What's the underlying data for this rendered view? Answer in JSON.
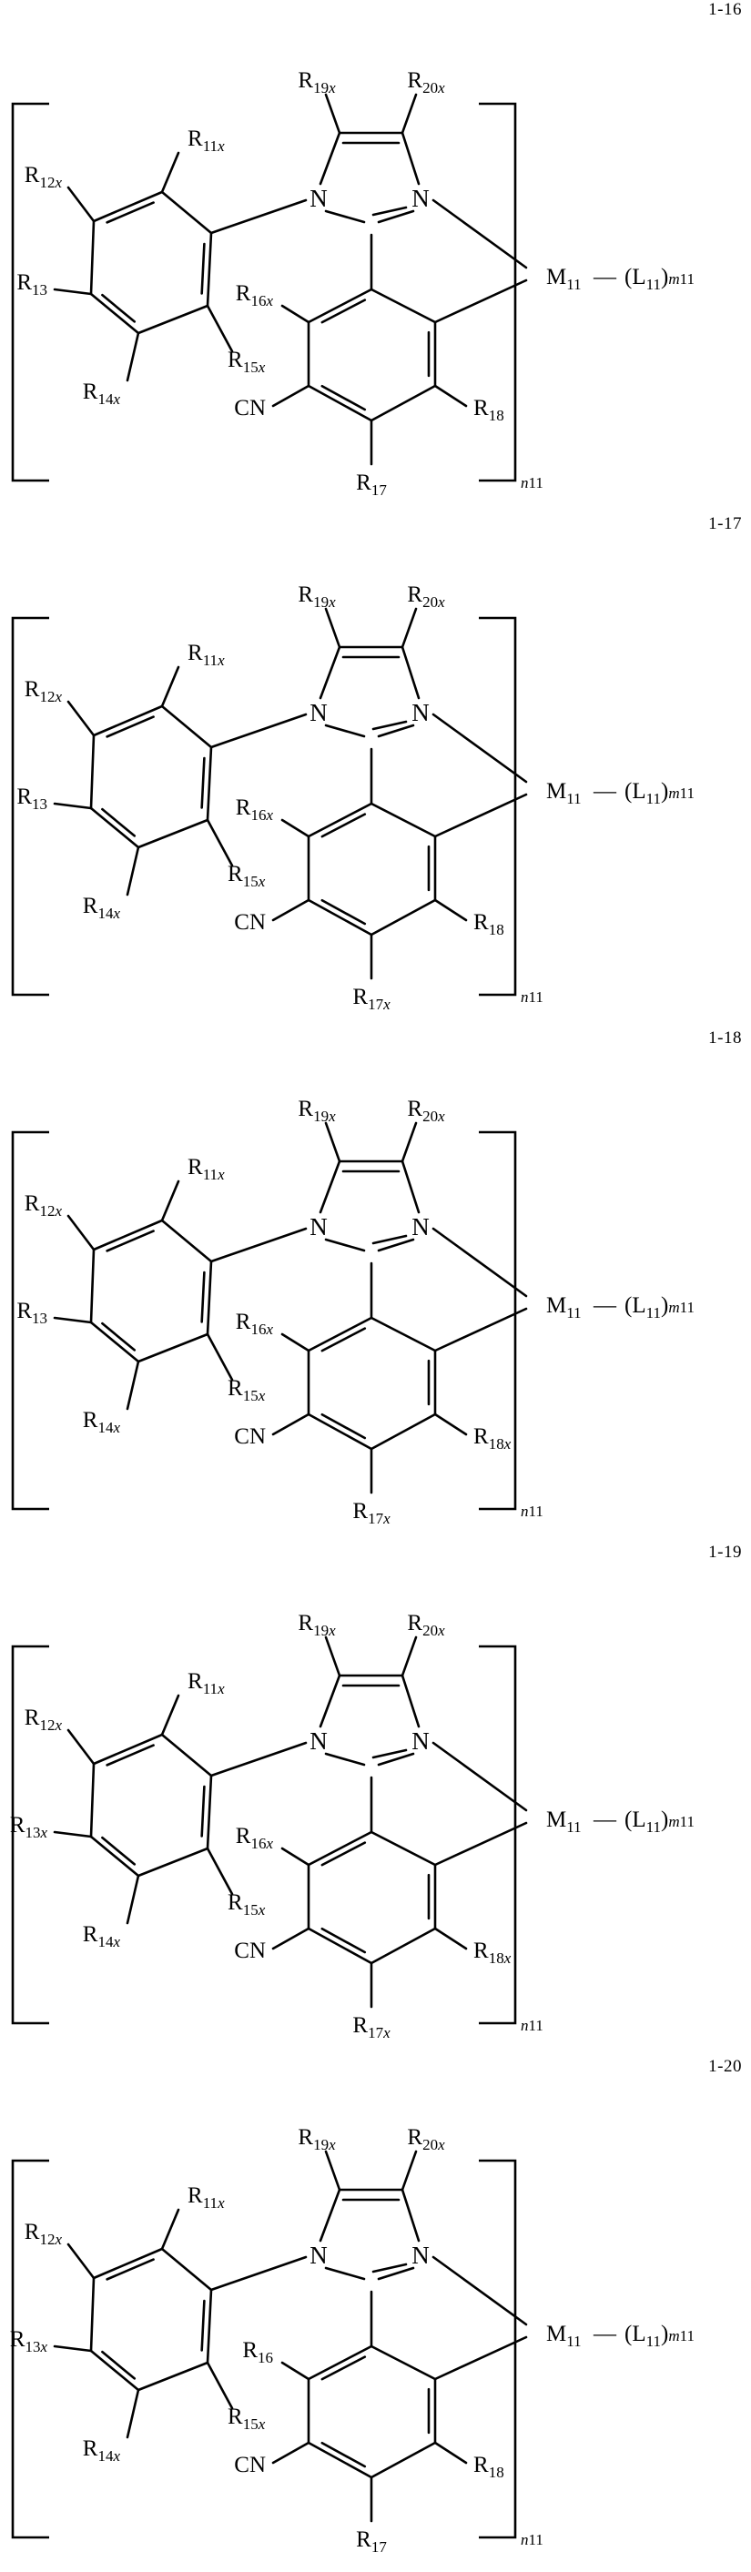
{
  "document": {
    "type": "patent-chemical-structures",
    "page_background": "#ffffff",
    "ink_color": "#000000"
  },
  "formulas": [
    {
      "number": "1-16",
      "bracket_subscript": "n11",
      "metal": {
        "symbol": "M",
        "sub": "11"
      },
      "ligand": {
        "open": "(",
        "symbol": "L",
        "sub": "11",
        "close": ")",
        "count_sub": "m11"
      },
      "bond_dash": "—",
      "imidazole": {
        "n_left": "N",
        "n_right": "N"
      },
      "nitrile": "CN",
      "labels": {
        "r11": {
          "base": "R",
          "sub": "11",
          "ital": "x"
        },
        "r12": {
          "base": "R",
          "sub": "12",
          "ital": "x"
        },
        "r13": {
          "base": "R",
          "sub": "13",
          "ital": ""
        },
        "r14": {
          "base": "R",
          "sub": "14",
          "ital": "x"
        },
        "r15": {
          "base": "R",
          "sub": "15",
          "ital": "x"
        },
        "r16": {
          "base": "R",
          "sub": "16",
          "ital": "x"
        },
        "r17": {
          "base": "R",
          "sub": "17",
          "ital": ""
        },
        "r18": {
          "base": "R",
          "sub": "18",
          "ital": ""
        },
        "r19": {
          "base": "R",
          "sub": "19",
          "ital": "x"
        },
        "r20": {
          "base": "R",
          "sub": "20",
          "ital": "x"
        }
      }
    },
    {
      "number": "1-17",
      "bracket_subscript": "n11",
      "metal": {
        "symbol": "M",
        "sub": "11"
      },
      "ligand": {
        "open": "(",
        "symbol": "L",
        "sub": "11",
        "close": ")",
        "count_sub": "m11"
      },
      "bond_dash": "—",
      "imidazole": {
        "n_left": "N",
        "n_right": "N"
      },
      "nitrile": "CN",
      "labels": {
        "r11": {
          "base": "R",
          "sub": "11",
          "ital": "x"
        },
        "r12": {
          "base": "R",
          "sub": "12",
          "ital": "x"
        },
        "r13": {
          "base": "R",
          "sub": "13",
          "ital": ""
        },
        "r14": {
          "base": "R",
          "sub": "14",
          "ital": "x"
        },
        "r15": {
          "base": "R",
          "sub": "15",
          "ital": "x"
        },
        "r16": {
          "base": "R",
          "sub": "16",
          "ital": "x"
        },
        "r17": {
          "base": "R",
          "sub": "17",
          "ital": "x"
        },
        "r18": {
          "base": "R",
          "sub": "18",
          "ital": ""
        },
        "r19": {
          "base": "R",
          "sub": "19",
          "ital": "x"
        },
        "r20": {
          "base": "R",
          "sub": "20",
          "ital": "x"
        }
      }
    },
    {
      "number": "1-18",
      "bracket_subscript": "n11",
      "metal": {
        "symbol": "M",
        "sub": "11"
      },
      "ligand": {
        "open": "(",
        "symbol": "L",
        "sub": "11",
        "close": ")",
        "count_sub": "m11"
      },
      "bond_dash": "—",
      "imidazole": {
        "n_left": "N",
        "n_right": "N"
      },
      "nitrile": "CN",
      "labels": {
        "r11": {
          "base": "R",
          "sub": "11",
          "ital": "x"
        },
        "r12": {
          "base": "R",
          "sub": "12",
          "ital": "x"
        },
        "r13": {
          "base": "R",
          "sub": "13",
          "ital": ""
        },
        "r14": {
          "base": "R",
          "sub": "14",
          "ital": "x"
        },
        "r15": {
          "base": "R",
          "sub": "15",
          "ital": "x"
        },
        "r16": {
          "base": "R",
          "sub": "16",
          "ital": "x"
        },
        "r17": {
          "base": "R",
          "sub": "17",
          "ital": "x"
        },
        "r18": {
          "base": "R",
          "sub": "18",
          "ital": "x"
        },
        "r19": {
          "base": "R",
          "sub": "19",
          "ital": "x"
        },
        "r20": {
          "base": "R",
          "sub": "20",
          "ital": "x"
        }
      }
    },
    {
      "number": "1-19",
      "bracket_subscript": "n11",
      "metal": {
        "symbol": "M",
        "sub": "11"
      },
      "ligand": {
        "open": "(",
        "symbol": "L",
        "sub": "11",
        "close": ")",
        "count_sub": "m11"
      },
      "bond_dash": "—",
      "imidazole": {
        "n_left": "N",
        "n_right": "N"
      },
      "nitrile": "CN",
      "labels": {
        "r11": {
          "base": "R",
          "sub": "11",
          "ital": "x"
        },
        "r12": {
          "base": "R",
          "sub": "12",
          "ital": "x"
        },
        "r13": {
          "base": "R",
          "sub": "13",
          "ital": "x"
        },
        "r14": {
          "base": "R",
          "sub": "14",
          "ital": "x"
        },
        "r15": {
          "base": "R",
          "sub": "15",
          "ital": "x"
        },
        "r16": {
          "base": "R",
          "sub": "16",
          "ital": "x"
        },
        "r17": {
          "base": "R",
          "sub": "17",
          "ital": "x"
        },
        "r18": {
          "base": "R",
          "sub": "18",
          "ital": "x"
        },
        "r19": {
          "base": "R",
          "sub": "19",
          "ital": "x"
        },
        "r20": {
          "base": "R",
          "sub": "20",
          "ital": "x"
        }
      }
    },
    {
      "number": "1-20",
      "bracket_subscript": "n11",
      "metal": {
        "symbol": "M",
        "sub": "11"
      },
      "ligand": {
        "open": "(",
        "symbol": "L",
        "sub": "11",
        "close": ")",
        "count_sub": "m11"
      },
      "bond_dash": "—",
      "imidazole": {
        "n_left": "N",
        "n_right": "N"
      },
      "nitrile": "CN",
      "labels": {
        "r11": {
          "base": "R",
          "sub": "11",
          "ital": "x"
        },
        "r12": {
          "base": "R",
          "sub": "12",
          "ital": "x"
        },
        "r13": {
          "base": "R",
          "sub": "13",
          "ital": "x"
        },
        "r14": {
          "base": "R",
          "sub": "14",
          "ital": "x"
        },
        "r15": {
          "base": "R",
          "sub": "15",
          "ital": "x"
        },
        "r16": {
          "base": "R",
          "sub": "16",
          "ital": ""
        },
        "r17": {
          "base": "R",
          "sub": "17",
          "ital": ""
        },
        "r18": {
          "base": "R",
          "sub": "18",
          "ital": ""
        },
        "r19": {
          "base": "R",
          "sub": "19",
          "ital": "x"
        },
        "r20": {
          "base": "R",
          "sub": "20",
          "ital": "x"
        }
      }
    }
  ]
}
